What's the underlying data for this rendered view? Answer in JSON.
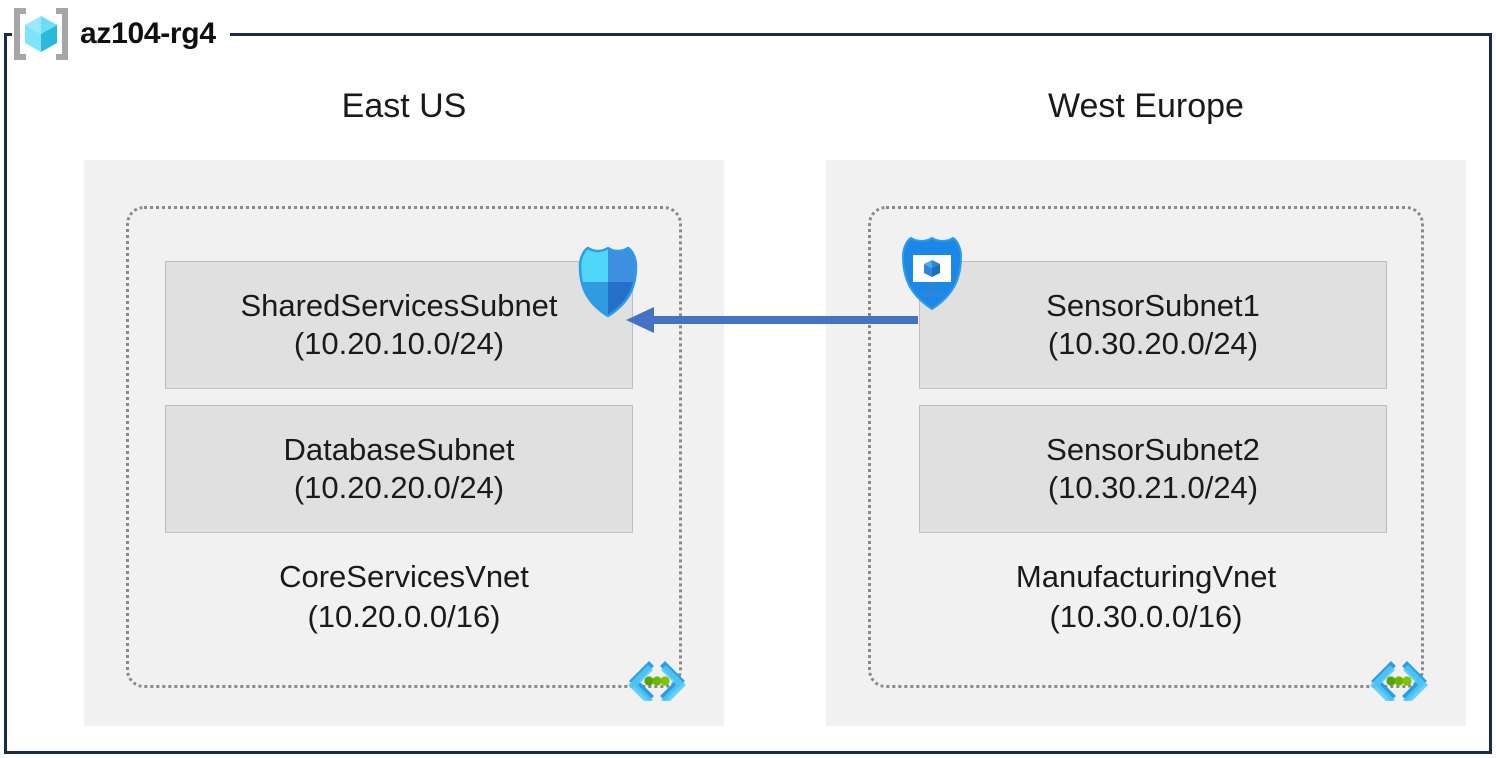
{
  "resource_group": {
    "name": "az104-rg4",
    "icon": "azure-resource-group-icon",
    "frame_color": "#1B2A47"
  },
  "colors": {
    "region_panel": "#F1F1F1",
    "subnet_fill": "#E0E0E0",
    "subnet_border": "#BFBFBF",
    "vnet_border": "#8A8A8A",
    "arrow": "#4472C4",
    "nsg_shield": "#2EC0FF",
    "asg_shield": "#1B88E8",
    "vnet_icon_bracket": "#2E9BE6",
    "vnet_icon_dot": "#57A300"
  },
  "regions": [
    {
      "id": "east-us",
      "title": "East US",
      "vnet": {
        "name": "CoreServicesVnet",
        "cidr": "(10.20.0.0/16)",
        "corner_icon": "virtual-network-icon",
        "subnets": [
          {
            "name": "SharedServicesSubnet",
            "cidr": "(10.20.10.0/24)",
            "badge_icon": "network-security-group-shield-icon"
          },
          {
            "name": "DatabaseSubnet",
            "cidr": "(10.20.20.0/24)",
            "badge_icon": null
          }
        ]
      }
    },
    {
      "id": "west-europe",
      "title": "West Europe",
      "vnet": {
        "name": "ManufacturingVnet",
        "cidr": "(10.30.0.0/16)",
        "corner_icon": "virtual-network-icon",
        "subnets": [
          {
            "name": "SensorSubnet1",
            "cidr": "(10.30.20.0/24)",
            "badge_icon": "application-security-group-shield-icon"
          },
          {
            "name": "SensorSubnet2",
            "cidr": "(10.30.21.0/24)",
            "badge_icon": null
          }
        ]
      }
    }
  ],
  "connection": {
    "icon": "peering-arrow-icon",
    "direction": "right-to-left",
    "from": "SensorSubnet1",
    "to": "SharedServicesSubnet",
    "label": ""
  }
}
